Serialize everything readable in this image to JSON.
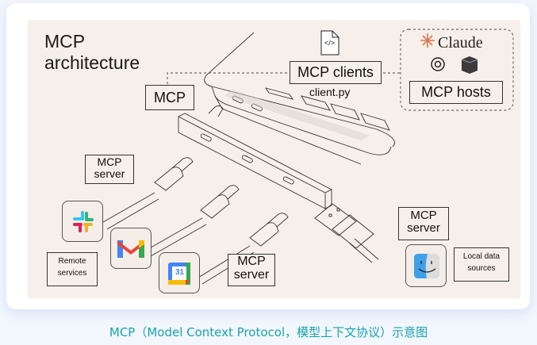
{
  "figure": {
    "title_line1": "MCP",
    "title_line2": "architecture",
    "labels": {
      "mcp": "MCP",
      "mcp_clients": "MCP clients",
      "client_file": "client.py",
      "mcp_hosts": "MCP hosts",
      "claude": "Claude",
      "server_top_line1": "MCP",
      "server_top_line2": "server",
      "server_mid_line1": "MCP",
      "server_mid_line2": "server",
      "server_right_line1": "MCP",
      "server_right_line2": "server",
      "remote_line1": "Remote",
      "remote_line2": "services",
      "local_line1": "Local data",
      "local_line2": "sources",
      "calendar_day": "31",
      "code_glyph": "</>"
    },
    "icons": [
      "code-file-icon",
      "claude-icon",
      "openai-icon",
      "host-app-icon",
      "slack-icon",
      "gmail-icon",
      "google-calendar-icon",
      "finder-icon"
    ],
    "colors": {
      "background": "#f7efe9",
      "claude_orange": "#d9774f",
      "caption": "#1ba3ad"
    }
  },
  "caption": "MCP（Model Context Protocol，模型上下文协议）示意图"
}
